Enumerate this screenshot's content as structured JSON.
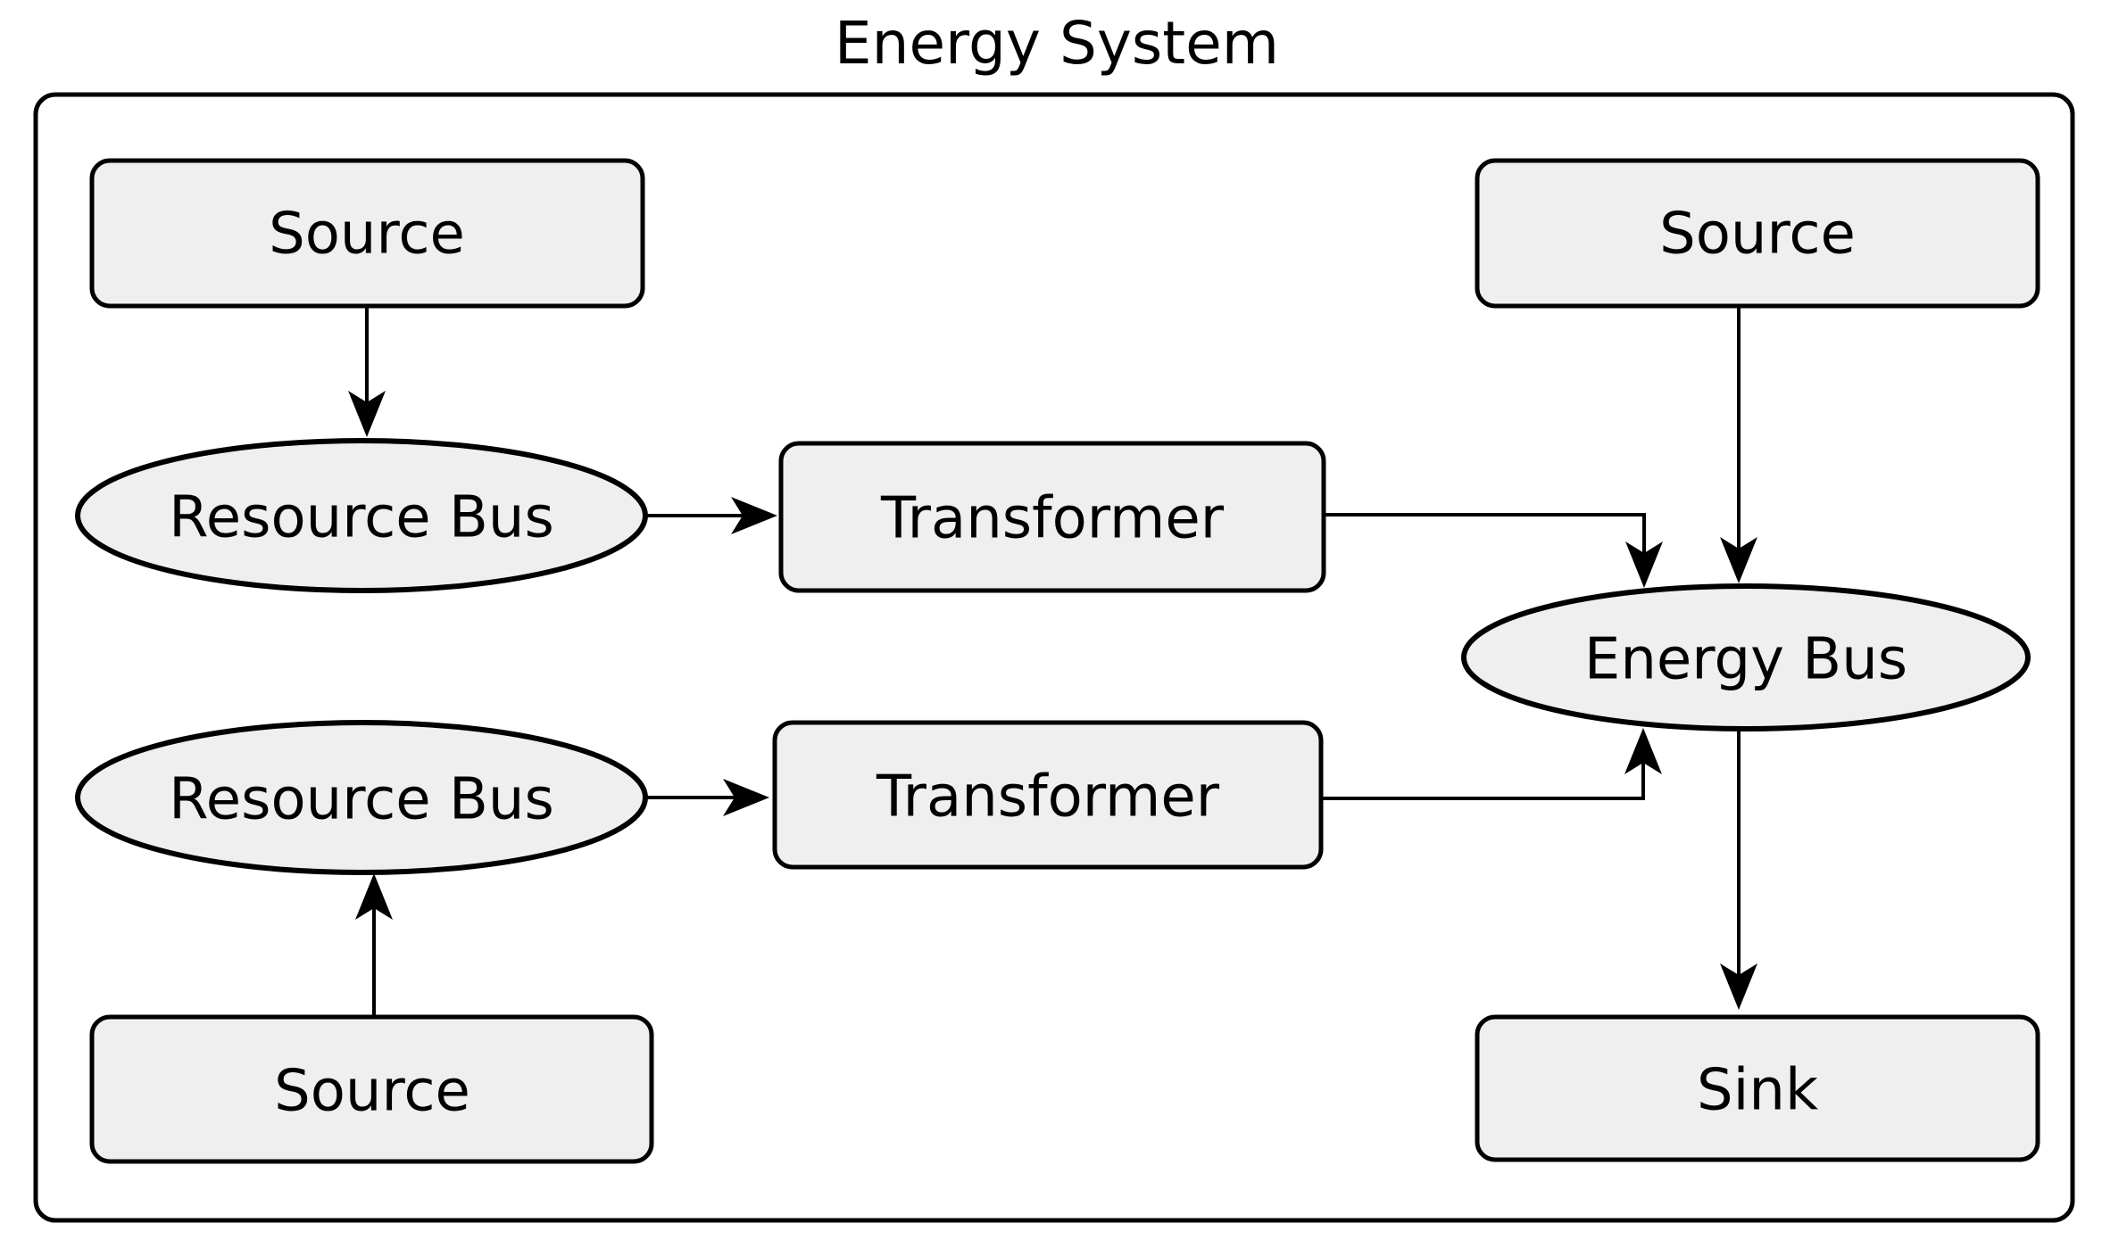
{
  "diagram": {
    "title": "Energy System",
    "colors": {
      "node_fill": "#efefef",
      "stroke": "#000000",
      "background": "#ffffff"
    },
    "nodes": {
      "source_top_left": {
        "label": "Source",
        "shape": "rounded-rect"
      },
      "resource_bus_upper": {
        "label": "Resource Bus",
        "shape": "ellipse"
      },
      "transformer_upper": {
        "label": "Transformer",
        "shape": "rounded-rect"
      },
      "source_top_right": {
        "label": "Source",
        "shape": "rounded-rect"
      },
      "energy_bus": {
        "label": "Energy Bus",
        "shape": "ellipse"
      },
      "resource_bus_lower": {
        "label": "Resource Bus",
        "shape": "ellipse"
      },
      "transformer_lower": {
        "label": "Transformer",
        "shape": "rounded-rect"
      },
      "source_bottom_left": {
        "label": "Source",
        "shape": "rounded-rect"
      },
      "sink": {
        "label": "Sink",
        "shape": "rounded-rect"
      }
    },
    "edges": [
      {
        "from": "source_top_left",
        "to": "resource_bus_upper"
      },
      {
        "from": "resource_bus_upper",
        "to": "transformer_upper"
      },
      {
        "from": "transformer_upper",
        "to": "energy_bus"
      },
      {
        "from": "source_top_right",
        "to": "energy_bus"
      },
      {
        "from": "resource_bus_lower",
        "to": "transformer_lower"
      },
      {
        "from": "transformer_lower",
        "to": "energy_bus"
      },
      {
        "from": "source_bottom_left",
        "to": "resource_bus_lower"
      },
      {
        "from": "energy_bus",
        "to": "sink"
      }
    ]
  }
}
